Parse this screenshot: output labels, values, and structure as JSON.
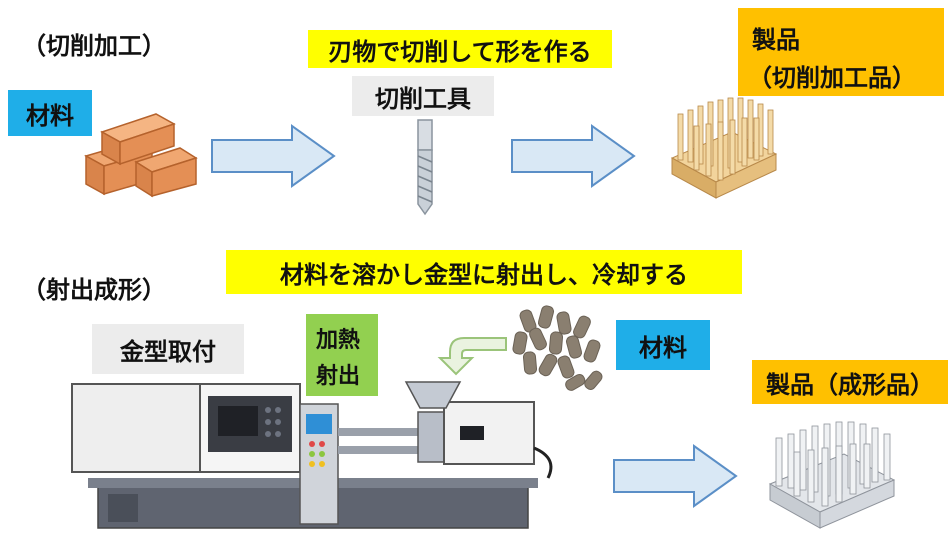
{
  "cutting": {
    "section_title": "（切削加工）",
    "process_note": "刃物で切削して形を作る",
    "material_label": "材料",
    "tool_label": "切削工具",
    "product_label_line1": "製品",
    "product_label_line2": "（切削加工品）"
  },
  "molding": {
    "section_title": "（射出成形）",
    "process_note": "材料を溶かし金型に射出し、冷却する",
    "mold_label": "金型取付",
    "heat_label_line1": "加熱",
    "heat_label_line2": "射出",
    "material_label": "材料",
    "product_label": "製品（成形品）"
  },
  "colors": {
    "material_badge": "#1faee8",
    "note_highlight": "#ffff00",
    "product_badge": "#ffc000",
    "heat_badge": "#92d050",
    "arrow_fill": "#d9e8f5",
    "arrow_stroke": "#5b8fc7"
  }
}
